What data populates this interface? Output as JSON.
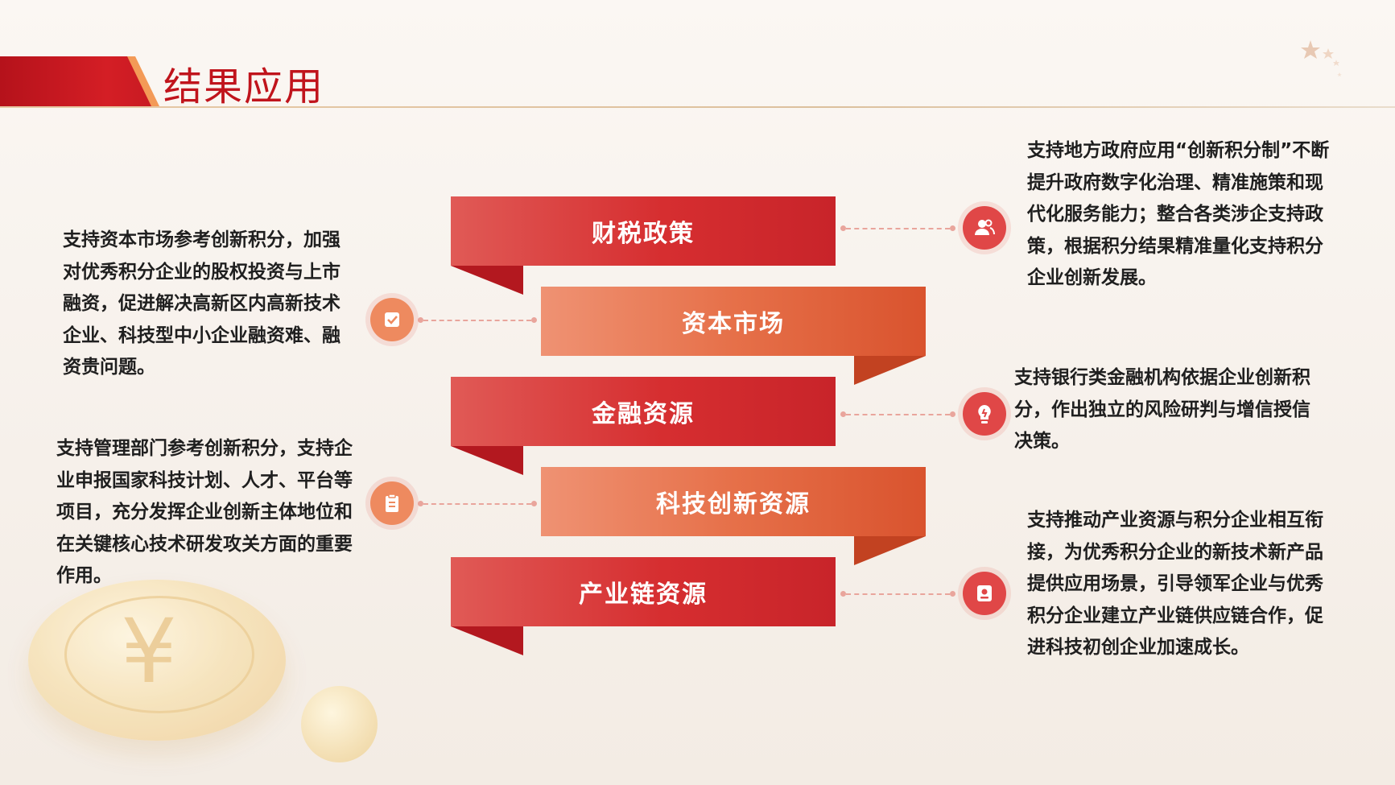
{
  "header": {
    "title": "结果应用"
  },
  "ribbons": [
    {
      "label": "财税政策"
    },
    {
      "label": "资本市场"
    },
    {
      "label": "金融资源"
    },
    {
      "label": "科技创新资源"
    },
    {
      "label": "产业链资源"
    }
  ],
  "left_texts": [
    {
      "text": "支持资本市场参考创新积分，加强对优秀积分企业的股权投资与上市融资，促进解决高新区内高新技术企业、科技型中小企业融资难、融资贵问题。"
    },
    {
      "text": "支持管理部门参考创新积分，支持企业申报国家科技计划、人才、平台等项目，充分发挥企业创新主体地位和在关键核心技术研发攻关方面的重要作用。"
    }
  ],
  "right_texts": [
    {
      "text": "支持地方政府应用“创新积分制”不断提升政府数字化治理、精准施策和现代化服务能力；整合各类涉企支持政策，根据积分结果精准量化支持积分企业创新发展。"
    },
    {
      "text": "支持银行类金融机构依据企业创新积分，作出独立的风险研判与增信授信决策。"
    },
    {
      "text": "支持推动产业资源与积分企业相互衔接，为优秀积分企业的新技术新产品提供应用场景，引导领军企业与优秀积分企业建立产业链供应链合作，促进科技初创企业加速成长。"
    }
  ],
  "colors": {
    "primary_red": "#d41e25",
    "ribbon_red": "#d62e30",
    "ribbon_orange": "#e67049",
    "accent": "#f39a57"
  },
  "icons": [
    "people-icon",
    "shield-check-icon",
    "lightbulb-icon",
    "clipboard-icon",
    "badge-icon"
  ]
}
